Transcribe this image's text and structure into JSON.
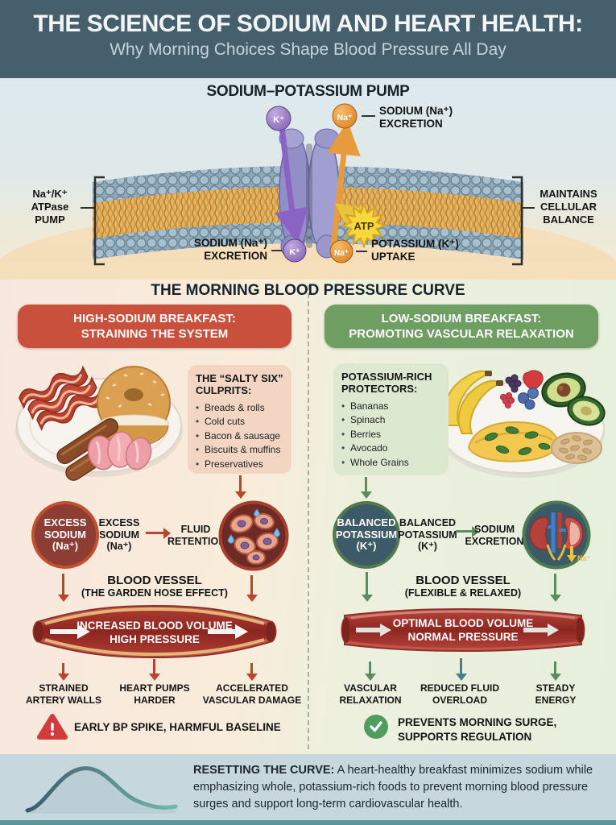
{
  "colors": {
    "header_bg": "#45606c",
    "high_sodium_red": "#c8503c",
    "low_sodium_green": "#6f9e63",
    "warning_red": "#d23c3c",
    "success_green": "#4f9e5f",
    "vessel_red": "#c3574b"
  },
  "header": {
    "title": "THE SCIENCE OF SODIUM AND HEART HEALTH:",
    "subtitle": "Why Morning Choices Shape Blood Pressure All Day"
  },
  "pump": {
    "title": "SODIUM–POTASSIUM PUMP",
    "left_bracket_label": {
      "line1": "Na⁺/K⁺",
      "line2": "ATPase",
      "line3": "PUMP"
    },
    "right_bracket_label": {
      "line1": "MAINTAINS",
      "line2": "CELLULAR",
      "line3": "BALANCE"
    },
    "ions": {
      "potassium": "K⁺",
      "sodium": "Na⁺"
    },
    "top_right_label": {
      "line1": "SODIUM (Na⁺)",
      "line2": "EXCRETION"
    },
    "bottom_left_label": {
      "line1": "SODIUM (Na⁺)",
      "line2": "EXCRETION"
    },
    "bottom_right_label": {
      "line1": "POTASSIUM (K⁺)",
      "line2": "UPTAKE"
    },
    "atp_label": "ATP"
  },
  "section_title": "THE MORNING BLOOD PRESSURE CURVE",
  "left": {
    "header": {
      "line1": "HIGH-SODIUM BREAKFAST:",
      "line2": "STRAINING THE SYSTEM"
    },
    "culprits": {
      "title_line1": "THE “SALTY SIX”",
      "title_line2": "CULPRITS:",
      "items": [
        "Breads & rolls",
        "Cold cuts",
        "Bacon & sausage",
        "Biscuits & muffins",
        "Preservatives"
      ]
    },
    "circle": {
      "line1": "EXCESS",
      "line2": "SODIUM",
      "line3": "(Na⁺)"
    },
    "flow": {
      "from": {
        "line1": "EXCESS",
        "line2": "SODIUM",
        "line3": "(Na⁺)"
      },
      "to": {
        "line1": "FLUID",
        "line2": "RETENTION"
      }
    },
    "vessel": {
      "title": "BLOOD VESSEL",
      "subtitle": "(THE GARDEN HOSE EFFECT)",
      "line1": "INCREASED BLOOD VOLUME",
      "line2": "HIGH PRESSURE"
    },
    "outcomes": [
      {
        "line1": "STRAINED",
        "line2": "ARTERY WALLS"
      },
      {
        "line1": "HEART PUMPS",
        "line2": "HARDER"
      },
      {
        "line1": "ACCELERATED",
        "line2": "VASCULAR DAMAGE"
      }
    ],
    "alert": "EARLY BP SPIKE, HARMFUL BASELINE"
  },
  "right": {
    "header": {
      "line1": "LOW-SODIUM BREAKFAST:",
      "line2": "PROMOTING VASCULAR RELAXATION"
    },
    "protectors": {
      "title_line1": "POTASSIUM-RICH",
      "title_line2": "PROTECTORS:",
      "items": [
        "Bananas",
        "Spinach",
        "Berries",
        "Avocado",
        "Whole Grains"
      ]
    },
    "circle": {
      "line1": "BALANCED",
      "line2": "POTASSIUM",
      "line3": "(K⁺)"
    },
    "flow": {
      "from": {
        "line1": "BALANCED",
        "line2": "POTASSIUM",
        "line3": "(K⁺)"
      },
      "to": {
        "line1": "SODIUM",
        "line2": "EXCRETION"
      }
    },
    "kidney_label": "Na⁺",
    "vessel": {
      "title": "BLOOD VESSEL",
      "subtitle": "(FLEXIBLE & RELAXED)",
      "line1": "OPTIMAL BLOOD VOLUME",
      "line2": "NORMAL PRESSURE"
    },
    "outcomes": [
      {
        "line1": "VASCULAR",
        "line2": "RELAXATION"
      },
      {
        "line1": "REDUCED FLUID",
        "line2": "OVERLOAD"
      },
      {
        "line1": "STEADY",
        "line2": "ENERGY"
      }
    ],
    "alert": {
      "line1": "PREVENTS MORNING SURGE,",
      "line2": "SUPPORTS REGULATION"
    }
  },
  "footer": {
    "title": "RESETTING THE CURVE:",
    "text": "A heart-healthy breakfast minimizes sodium while emphasizing whole, potassium-rich foods to prevent morning blood pressure surges and support long-term cardiovascular health."
  }
}
